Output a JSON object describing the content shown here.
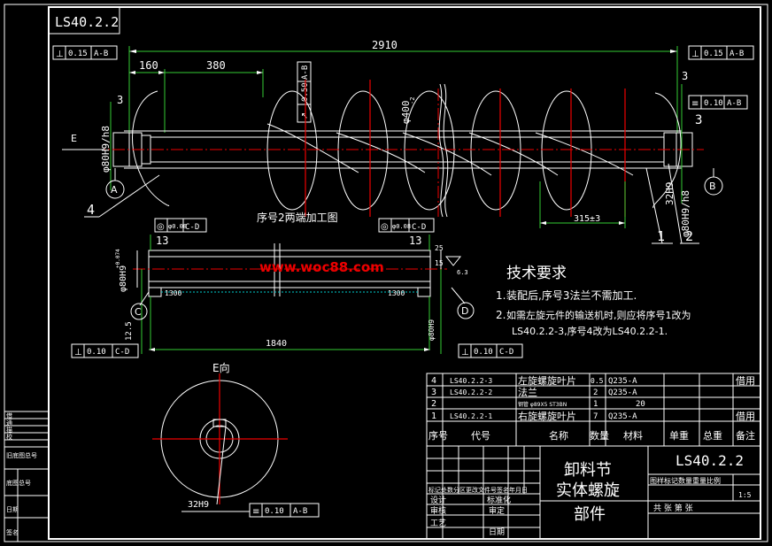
{
  "drawing_code": "LS40.2.2",
  "dims": {
    "overall": "2910",
    "d160": "160",
    "d380": "380",
    "d3a": "3",
    "d3b": "3",
    "d3c": "3",
    "shaft_left": "φ80H9/h8",
    "shaft_right": "φ80H9/h8",
    "pitch_dia": "φ400",
    "pitch_dia_tol": "-2",
    "bore": "32H9",
    "pitch": "315±3",
    "d13a": "13",
    "d13b": "13",
    "tube_dia": "φ80H9",
    "tube_dia_tol": "+0.074",
    "tube_len": "1840",
    "d1300a": "1300",
    "d1300b": "1300",
    "d15": "15",
    "d25": "25",
    "d125": "12.5",
    "d63": "6.3",
    "right_dia": "φ80H9",
    "bore_e": "32H9"
  },
  "tolerances": {
    "tl": {
      "sym": "⊥",
      "val": "0.15",
      "ref": "A-B"
    },
    "tr": {
      "sym": "⊥",
      "val": "0.15",
      "ref": "A-B"
    },
    "runout": {
      "sym": "↗",
      "val": "0.50",
      "ref": "A-B"
    },
    "right2": {
      "sym": "≡",
      "val": "0.10",
      "ref": "A-B"
    },
    "cd1": {
      "sym": "◎",
      "val": "φ0.08",
      "ref": "C-D"
    },
    "cd2": {
      "sym": "◎",
      "val": "φ0.08",
      "ref": "C-D"
    },
    "cd3": {
      "sym": "⊥",
      "val": "0.10",
      "ref": "C-D"
    },
    "cd4": {
      "sym": "⊥",
      "val": "0.10",
      "ref": "C-D"
    },
    "bottom": {
      "sym": "≡",
      "val": "0.10",
      "ref": "A-B"
    }
  },
  "datums": {
    "A": "A",
    "B": "B",
    "C": "C",
    "D": "D",
    "E": "E"
  },
  "balloons": {
    "b1": "1",
    "b2": "2",
    "b3": "3",
    "b4": "4"
  },
  "labels": {
    "section_title": "序号2两端加工图",
    "view_e": "E向",
    "watermark": "www.woc88.com"
  },
  "tech": {
    "title": "技术要求",
    "n1": "1.",
    "n2": "2.",
    "line1": "装配后,序号3法兰不需加工.",
    "line2": "如需左旋元件的输送机时,则应将序号1改为",
    "line3": "LS40.2.2-3,序号4改为LS40.2.2-1."
  },
  "bom": {
    "rows": [
      {
        "no": "4",
        "code": "LS40.2.2-3",
        "name": "左旋螺旋叶片",
        "qty": "0.5",
        "mat": "Q235-A",
        "note": "借用"
      },
      {
        "no": "3",
        "code": "LS40.2.2-2",
        "name": "法兰",
        "qty": "2",
        "mat": "Q235-A",
        "note": ""
      },
      {
        "no": "2",
        "code": "",
        "name": "钢管 φ89X5 ST3BN",
        "qty": "1",
        "mat": "20",
        "note": ""
      },
      {
        "no": "1",
        "code": "LS40.2.2-1",
        "name": "右旋螺旋叶片",
        "qty": "7",
        "mat": "Q235-A",
        "note": "借用"
      }
    ],
    "headers": {
      "no": "序号",
      "code": "代号",
      "name": "名称",
      "qty": "数量",
      "mat": "材料",
      "unit_w": "单重",
      "total_w": "总重",
      "note": "备注"
    }
  },
  "title_block": {
    "title1": "卸料节",
    "title2": "实体螺旋",
    "title3": "部件",
    "code": "LS40.2.2",
    "row_a": "标记处数分区更改文件号签名年月日",
    "row_b1": "设计",
    "row_b2": "标准化",
    "row_c1": "审核",
    "row_c2": "审定",
    "row_d1": "工艺",
    "row_d2": "日期",
    "stage": "图样标记数量重量比例",
    "scale": "1:5",
    "sheets": "共 张 第 张"
  },
  "side_table": [
    "借",
    "通",
    "描",
    "校",
    "旧底图总号",
    "底图总号",
    "日期",
    "签名"
  ]
}
